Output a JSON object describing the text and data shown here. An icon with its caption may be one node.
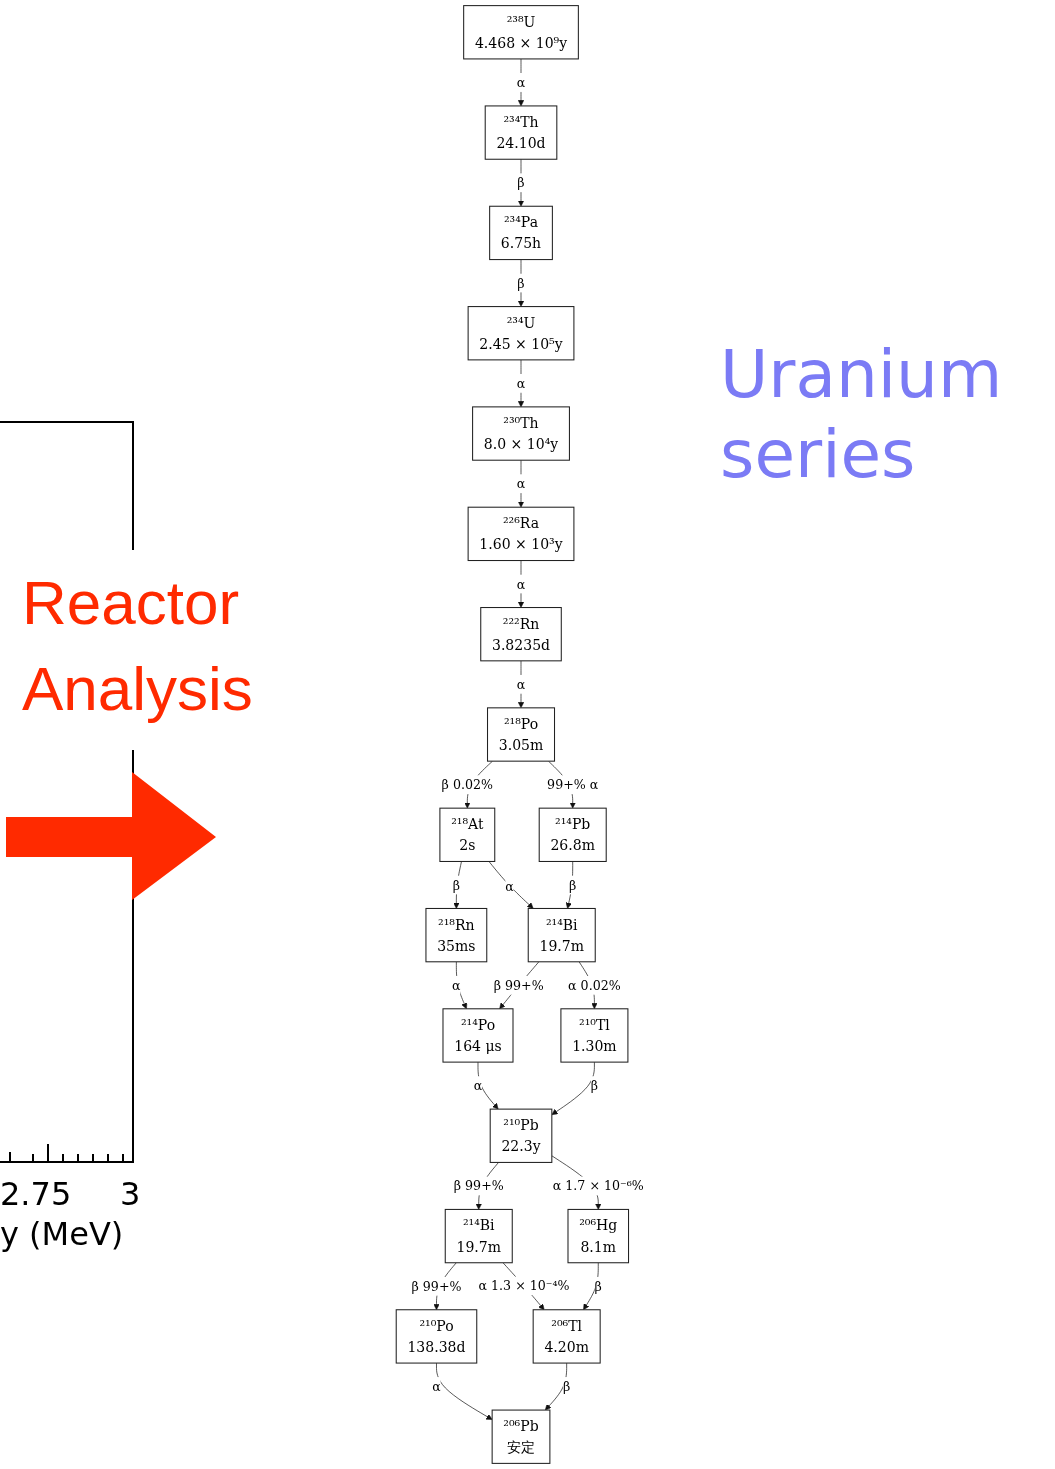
{
  "diagram": {
    "title": "Uranium series",
    "nodes": [
      {
        "text": [
          "²³⁸U",
          "4.468 × 10⁹y"
        ]
      },
      {
        "text": [
          "²³⁴U",
          "2.45 × 10⁵y"
        ]
      },
      {
        "text": [
          "²³⁴Pa",
          "6.75h"
        ]
      },
      {
        "text": [
          "²³⁴Th",
          "24.10d"
        ]
      },
      {
        "text": [
          "²³⁰Th",
          "8.0 × 10⁴y"
        ]
      },
      {
        "text": [
          "²²⁶Ra",
          "1.60 × 10³y"
        ]
      },
      {
        "text": [
          "²²²Rn",
          "3.8235d"
        ]
      },
      {
        "text": [
          "²¹⁸Rn",
          "35ms"
        ]
      },
      {
        "text": [
          "²¹⁸At",
          "2s"
        ]
      },
      {
        "text": [
          "²¹⁸Po",
          "3.05m"
        ]
      },
      {
        "text": [
          "²¹⁴Po",
          "164 μs"
        ]
      },
      {
        "text": [
          "²¹⁰Po",
          "138.38d"
        ]
      },
      {
        "text": [
          "²¹⁴Bi",
          "19.7m"
        ]
      },
      {
        "text": [
          "²¹⁴Bi",
          "19.7m"
        ]
      },
      {
        "text": [
          "²¹⁴Pb",
          "26.8m"
        ]
      },
      {
        "text": [
          "²¹⁰Pb",
          "22.3y"
        ]
      },
      {
        "text": [
          "²⁰⁶Pb",
          "安定"
        ]
      },
      {
        "text": [
          "²¹⁰Tl",
          "1.30m"
        ]
      },
      {
        "text": [
          "²⁰⁶Tl",
          "4.20m"
        ]
      },
      {
        "text": [
          "²⁰⁶Hg",
          "8.1m"
        ]
      }
    ],
    "edges": [
      {
        "from": 0,
        "to": 3,
        "arrow": "to",
        "label": "α"
      },
      {
        "from": 3,
        "to": 2,
        "arrow": "to",
        "label": "β"
      },
      {
        "from": 2,
        "to": 1,
        "arrow": "to",
        "label": "β"
      },
      {
        "from": 1,
        "to": 4,
        "arrow": "to",
        "label": "α"
      },
      {
        "from": 4,
        "to": 5,
        "arrow": "to",
        "label": "α"
      },
      {
        "from": 5,
        "to": 6,
        "arrow": "to",
        "label": "α"
      },
      {
        "from": 6,
        "to": 9,
        "arrow": "to",
        "label": "α"
      },
      {
        "from": 9,
        "to": 8,
        "arrow": "to",
        "label": "β 0.02%"
      },
      {
        "from": 8,
        "to": 7,
        "arrow": "to",
        "label": "β"
      },
      {
        "from": 7,
        "to": 10,
        "arrow": "to",
        "label": "α"
      },
      {
        "from": 8,
        "to": 12,
        "arrow": "to",
        "label": "α"
      },
      {
        "from": 9,
        "to": 14,
        "arrow": "to",
        "label": "99+% α"
      },
      {
        "from": 14,
        "to": 12,
        "arrow": "to",
        "label": "β"
      },
      {
        "from": 12,
        "to": 10,
        "arrow": "to",
        "label": "β 99+%"
      },
      {
        "from": 12,
        "to": 17,
        "arrow": "to",
        "label": "α 0.02%"
      },
      {
        "from": 10,
        "to": 15,
        "arrow": "to",
        "label": "α"
      },
      {
        "from": 17,
        "to": 15,
        "arrow": "to",
        "label": "β"
      },
      {
        "from": 15,
        "to": 13,
        "arrow": "to",
        "label": "β 99+%"
      },
      {
        "from": 15,
        "to": 19,
        "arrow": "to",
        "label": "α 1.7 × 10⁻⁶%"
      },
      {
        "from": 13,
        "to": 11,
        "arrow": "to",
        "label": "β 99+%"
      },
      {
        "from": 13,
        "to": 18,
        "arrow": "to",
        "label": "α 1.3 × 10⁻⁴%"
      },
      {
        "from": 11,
        "to": 16,
        "arrow": "to",
        "label": "α"
      },
      {
        "from": 18,
        "to": 16,
        "arrow": "to",
        "label": "β"
      },
      {
        "from": 19,
        "to": 18,
        "arrow": "to",
        "label": "β"
      }
    ],
    "labels": [
      "Reactor Analysis",
      "2.75",
      "3",
      "y (MeV)"
    ]
  }
}
